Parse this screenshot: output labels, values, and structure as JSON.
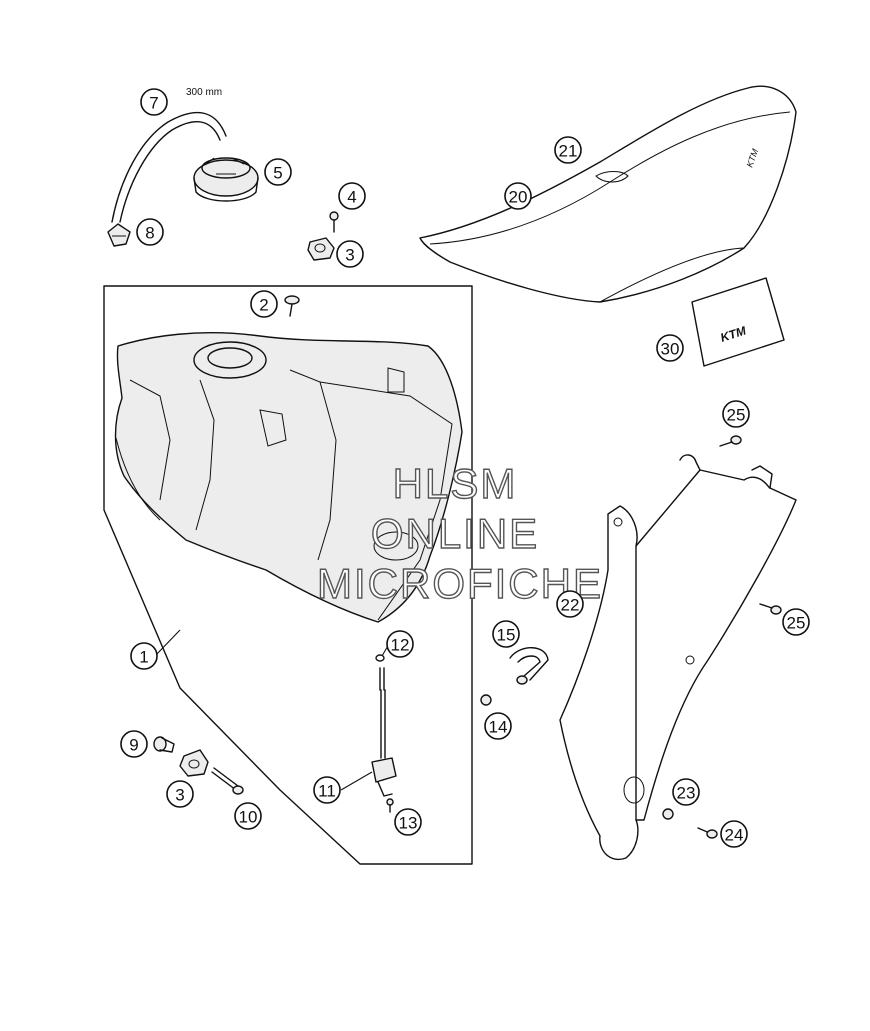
{
  "diagram": {
    "hose_length_label": "300 mm",
    "watermark": [
      "HLSM",
      "ONLINE",
      "MICROFICHE"
    ],
    "decal_text": "KTM",
    "callouts": [
      "7",
      "5",
      "8",
      "4",
      "3",
      "21",
      "20",
      "2",
      "30",
      "25",
      "1",
      "12",
      "15",
      "22",
      "25",
      "14",
      "9",
      "11",
      "3",
      "10",
      "13",
      "23",
      "24"
    ]
  }
}
